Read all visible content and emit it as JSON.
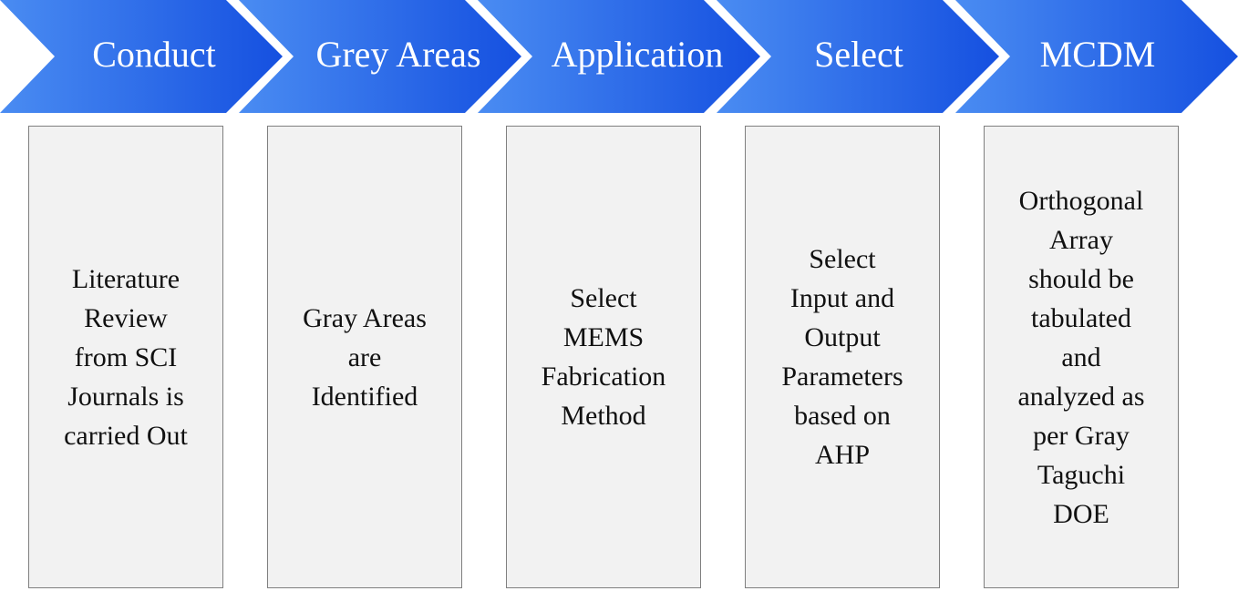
{
  "colors": {
    "chevron_fill_light": "#4a8cf2",
    "chevron_fill_dark": "#1550e0",
    "chevron_text": "#ffffff",
    "box_fill": "#f2f2f2",
    "box_border": "#7f7f7f",
    "box_text": "#111111"
  },
  "steps": [
    {
      "heading": "Conduct",
      "description_lines": [
        "Literature",
        "Review",
        "from SCI",
        "Journals is",
        "carried Out"
      ]
    },
    {
      "heading": "Grey Areas",
      "description_lines": [
        "Gray Areas",
        "are",
        "Identified"
      ]
    },
    {
      "heading": "Application",
      "description_lines": [
        "Select",
        "MEMS",
        "Fabrication",
        "Method"
      ]
    },
    {
      "heading": "Select",
      "description_lines": [
        "Select",
        "Input and",
        "Output",
        "Parameters",
        "based on",
        "AHP"
      ]
    },
    {
      "heading": "MCDM",
      "description_lines": [
        "Orthogonal",
        "Array",
        "should be",
        "tabulated",
        "and",
        "analyzed as",
        "per Gray",
        "Taguchi",
        "DOE"
      ]
    }
  ]
}
